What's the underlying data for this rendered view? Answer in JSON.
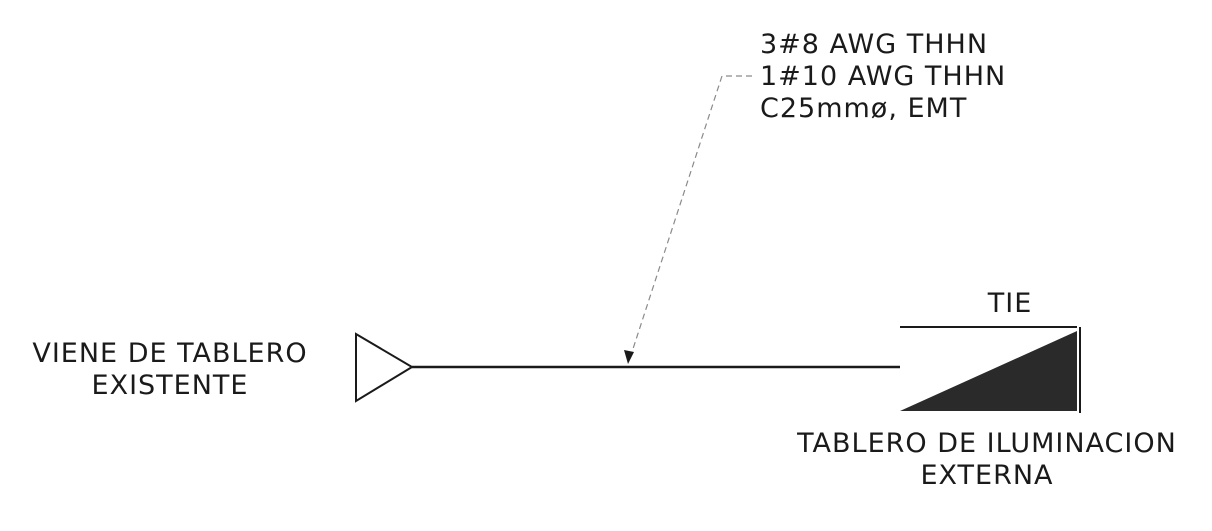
{
  "source": {
    "line1": "VIENE DE TABLERO",
    "line2": "EXISTENTE"
  },
  "feeder_spec": {
    "line1": "3#8 AWG THHN",
    "line2": "1#10 AWG THHN",
    "line3": "C25mmø, EMT"
  },
  "panel": {
    "tag": "TIE",
    "name_line1": "TABLERO DE ILUMINACION",
    "name_line2": "EXTERNA"
  },
  "colors": {
    "ink": "#1a1a1a",
    "panel_fill": "#2a2a2a",
    "leader": "#8a8a8a"
  }
}
